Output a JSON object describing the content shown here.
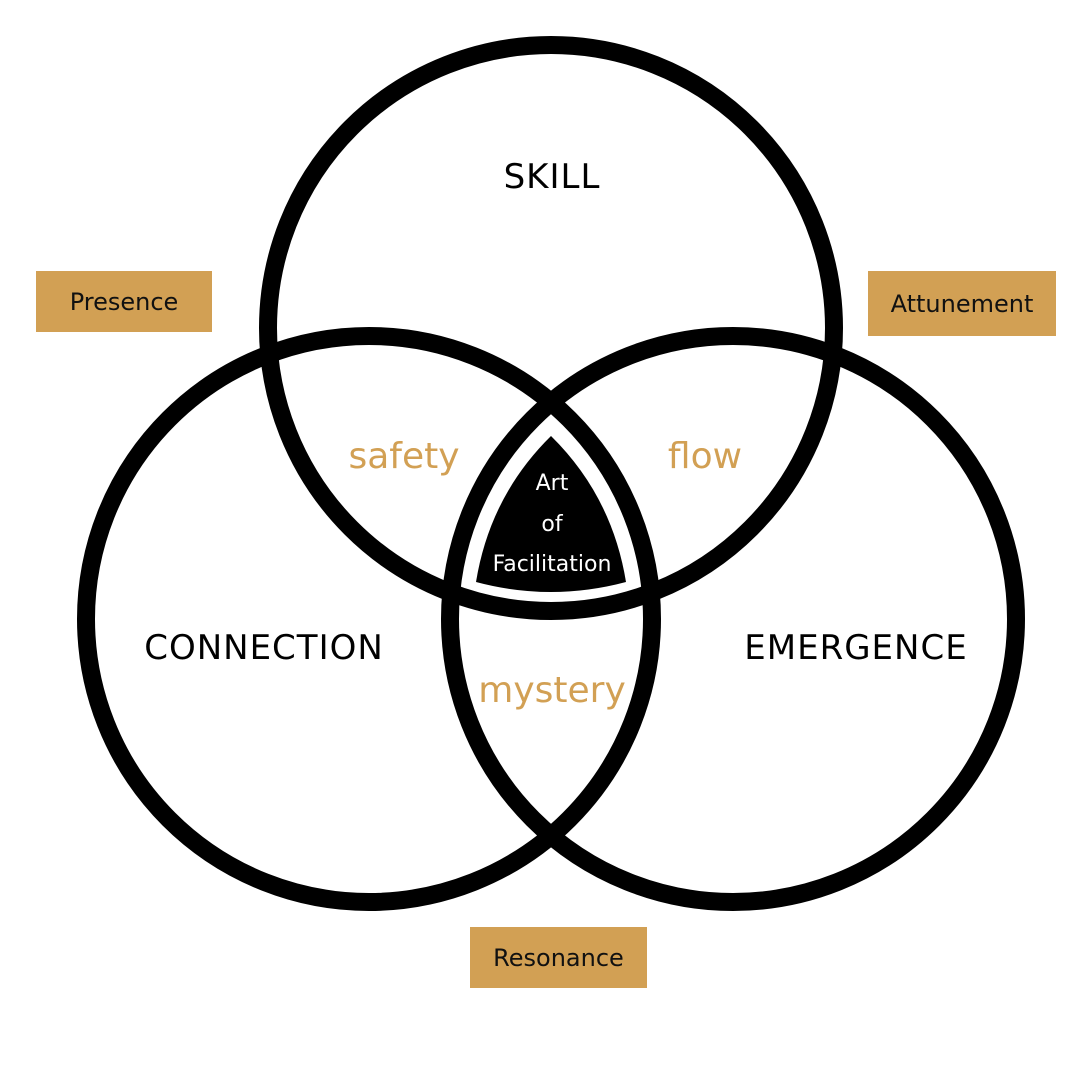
{
  "diagram": {
    "sets": {
      "top": "SKILL",
      "left": "CONNECTION",
      "right": "EMERGENCE"
    },
    "overlaps": {
      "top_left": "safety",
      "top_right": "flow",
      "left_right": "mystery"
    },
    "center": {
      "line1": "Art",
      "line2": "of",
      "line3": "Facilitation"
    },
    "outer_labels": {
      "left": "Presence",
      "right": "Attunement",
      "bottom": "Resonance"
    },
    "colors": {
      "outline": "#000000",
      "accent": "#d2a054",
      "center_fill": "#000000",
      "center_text": "#ffffff"
    }
  }
}
